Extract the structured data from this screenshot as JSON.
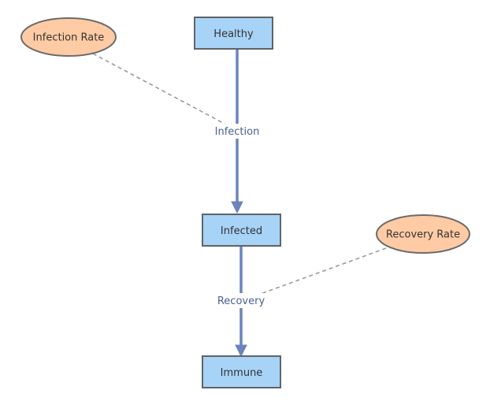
{
  "diagram": {
    "stocks": {
      "healthy": "Healthy",
      "infected": "Infected",
      "immune": "Immune"
    },
    "parameters": {
      "infection_rate": "Infection Rate",
      "recovery_rate": "Recovery Rate"
    },
    "flows": {
      "infection": "Infection",
      "recovery": "Recovery"
    }
  },
  "colors": {
    "stock_fill": "#a7d3f7",
    "parameter_fill": "#ffcba4",
    "flow_line": "#6a84bd",
    "link_line": "#9a9a9a"
  }
}
